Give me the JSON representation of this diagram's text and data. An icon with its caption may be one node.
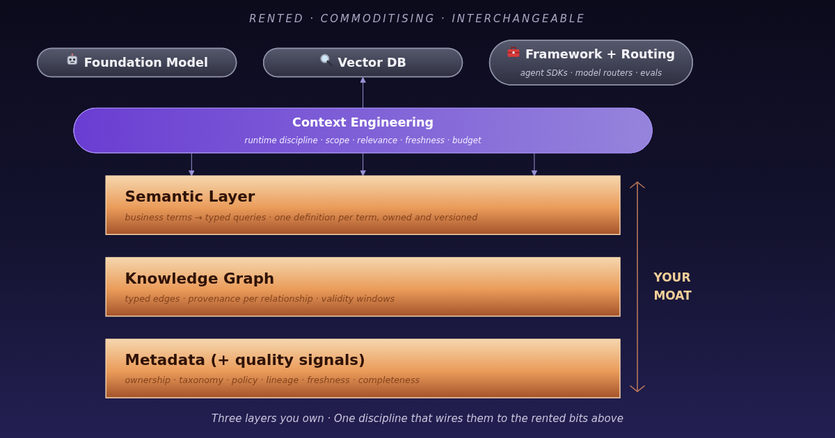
{
  "diagram": {
    "caption": "Three layers you own · One discipline that wires them to the rented bits above",
    "nodes": [
      {
        "text": [
          "Foundation Model"
        ]
      },
      {
        "text": [
          "Vector DB"
        ]
      },
      {
        "text": [
          "Framework + Routing",
          "agent SDKs · model routers · evals"
        ]
      },
      {
        "text": [
          "Context Engineering",
          "runtime discipline · scope · relevance · freshness · budget"
        ]
      },
      {
        "text": [
          "Semantic Layer",
          "business terms → typed queries · one definition per term, owned and versioned"
        ]
      },
      {
        "text": [
          "Knowledge Graph",
          "typed edges · provenance per relationship · validity windows"
        ]
      },
      {
        "text": [
          "Metadata (+ quality signals)",
          "ownership · taxonomy · policy · lineage · freshness · completeness"
        ]
      }
    ],
    "edges": [
      {
        "from": 3,
        "to": 1,
        "arrow": "to"
      },
      {
        "from": 3,
        "to": 4,
        "arrow": "to"
      },
      {
        "from": 3,
        "to": 4,
        "arrow": "to"
      },
      {
        "from": 3,
        "to": 4,
        "arrow": "to"
      }
    ],
    "labels": [
      "RENTED · COMMODITISING · INTERCHANGEABLE",
      "YOUR MOAT"
    ]
  }
}
